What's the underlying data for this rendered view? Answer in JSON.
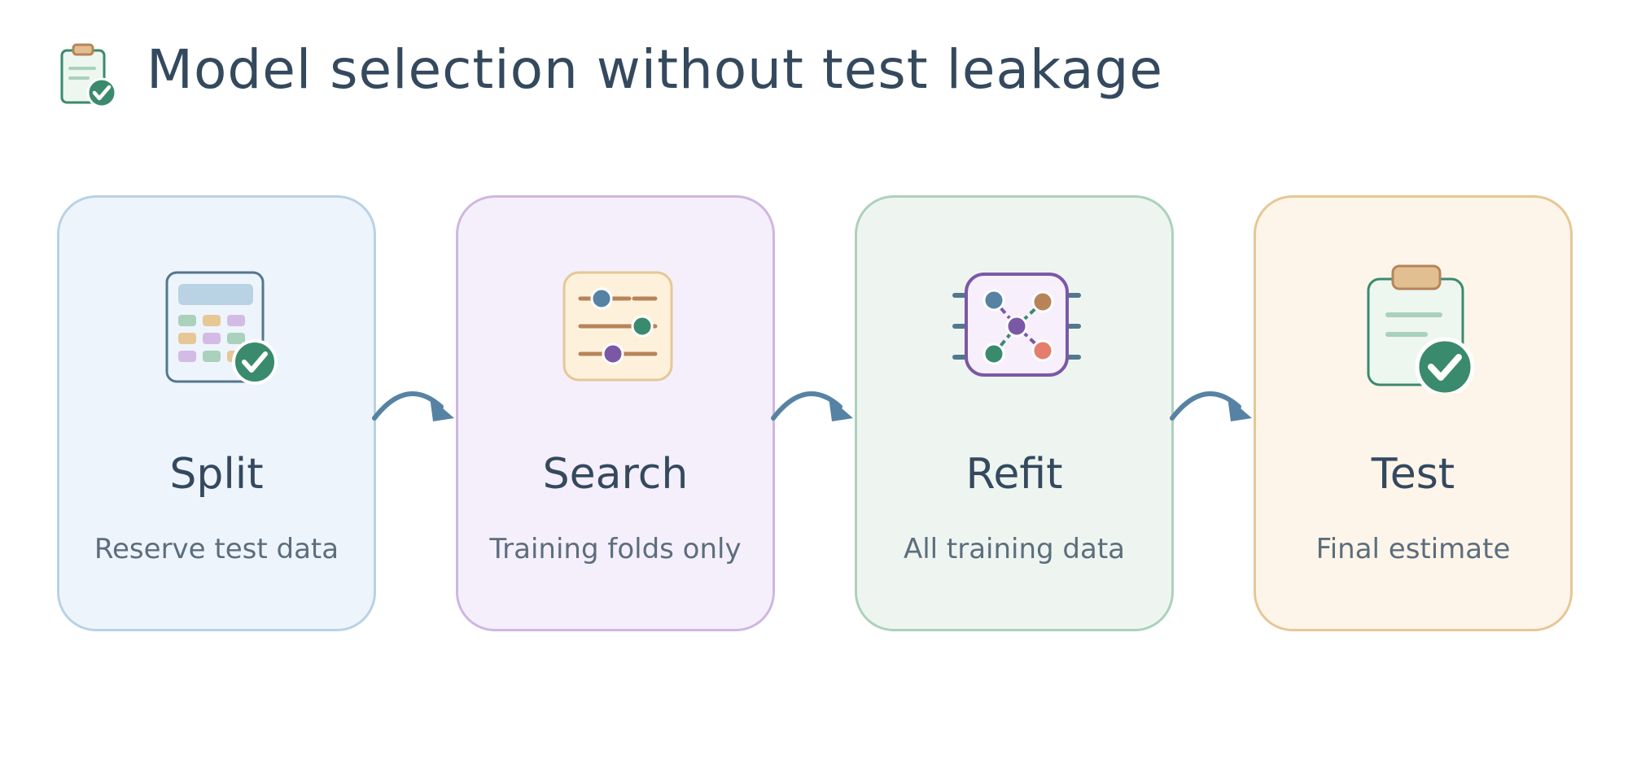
{
  "title": "Model selection without test leakage",
  "header_icon": "clipboard-check-icon",
  "colors": {
    "title_text": "#34495e",
    "subtitle_text": "#5c6e7d",
    "arrow": "#5683a4",
    "check_green": "#3a8a6e"
  },
  "steps": [
    {
      "title": "Split",
      "subtitle": "Reserve test data",
      "icon": "calculator-check-icon",
      "background": "#eef4fb",
      "border": "#b9d2e4"
    },
    {
      "title": "Search",
      "subtitle": "Training folds only",
      "icon": "sliders-icon",
      "background": "#f5effb",
      "border": "#ceb7e0"
    },
    {
      "title": "Refit",
      "subtitle": "All training data",
      "icon": "network-chip-icon",
      "background": "#eef5f0",
      "border": "#acd1bb"
    },
    {
      "title": "Test",
      "subtitle": "Final estimate",
      "icon": "clipboard-check-icon",
      "background": "#fef5ea",
      "border": "#e6c796"
    }
  ],
  "connectors": [
    "curved-arrow-icon",
    "curved-arrow-icon",
    "curved-arrow-icon"
  ]
}
